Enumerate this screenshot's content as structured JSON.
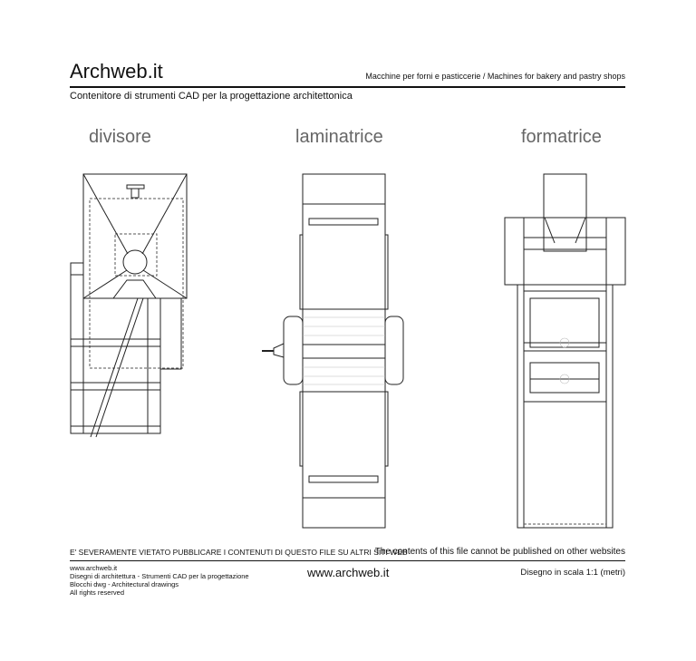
{
  "header": {
    "logo": "Archweb.it",
    "subtitle": "Macchine per forni e pasticcerie  /  Machines for bakery and pastry shops",
    "tagline": "Contenitore di strumenti CAD per la progettazione architettonica"
  },
  "drawings": [
    {
      "label": "divisore"
    },
    {
      "label": "laminatrice"
    },
    {
      "label": "formatrice"
    }
  ],
  "footer": {
    "warning_it": "E' SEVERAMENTE VIETATO PUBBLICARE I CONTENUTI DI QUESTO FILE SU ALTRI SITI WEB",
    "warning_en": "The contents of this file cannot be published on other websites",
    "lines": [
      "www.archweb.it",
      "Disegni di architettura - Strumenti CAD  per la progettazione",
      "Blocchi dwg - Architectural drawings",
      "All rights reserved"
    ],
    "site": "www.archweb.it",
    "scale": "Disegno in scala 1:1 (metri)"
  }
}
